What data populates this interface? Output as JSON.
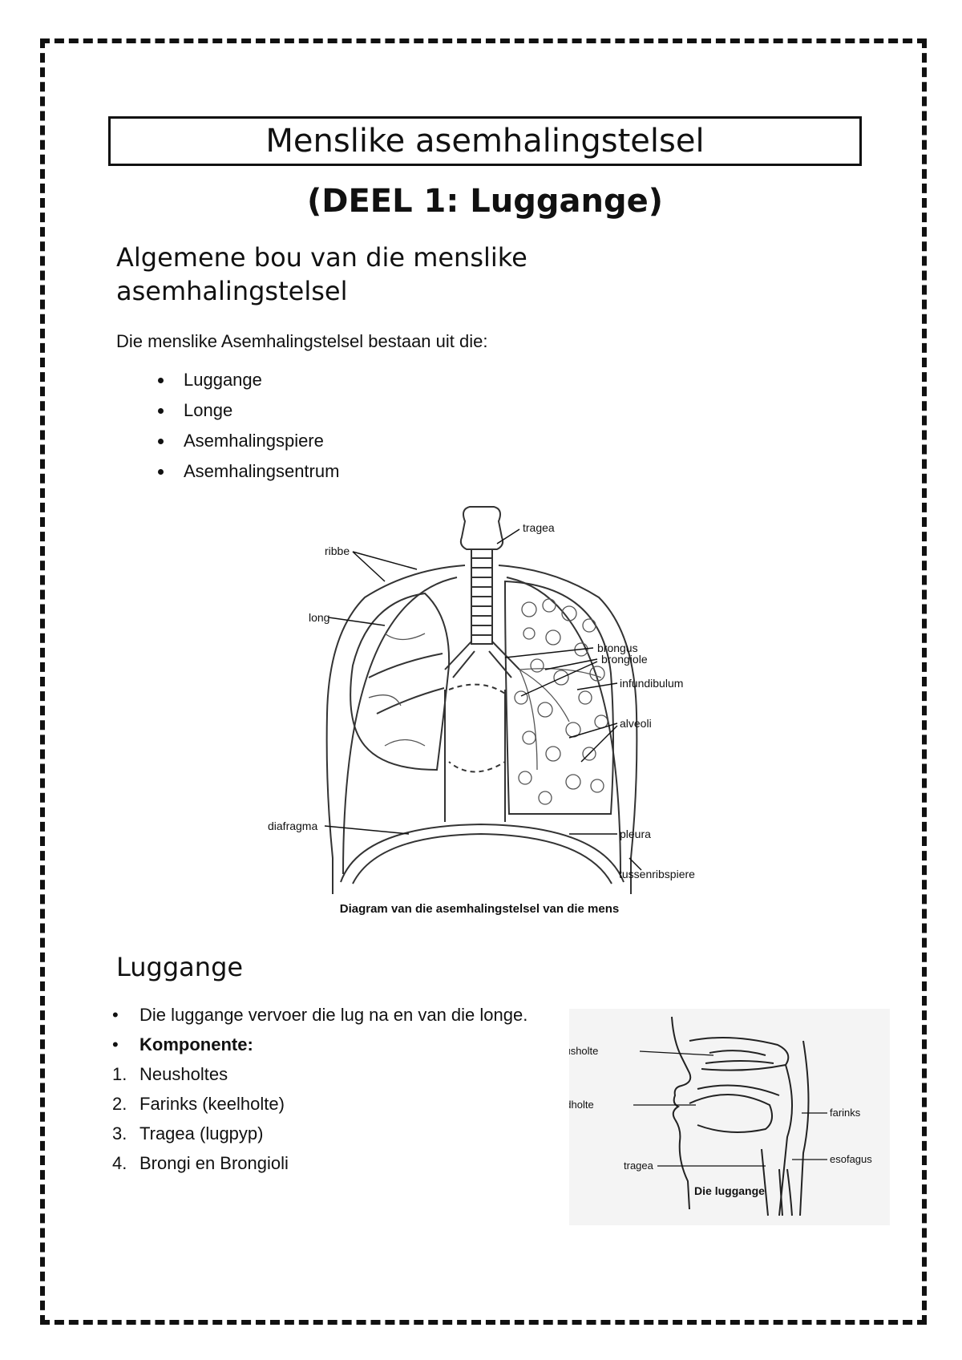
{
  "document": {
    "title": "Menslike asemhalingstelsel",
    "subtitle": "(DEEL 1: Luggange)",
    "section1_heading": "Algemene bou van die menslike asemhalingstelsel",
    "intro": "Die menslike Asemhalingstelsel bestaan uit die:",
    "parts": [
      "Luggange",
      "Longe",
      "Asemhalingspiere",
      "Asemhalingsentrum"
    ],
    "section2_heading": "Luggange",
    "airways_point1": "Die luggange vervoer die lug na en van die longe.",
    "components_label": "Komponente:",
    "components": [
      {
        "num": "1.",
        "text": "Neusholtes"
      },
      {
        "num": "2.",
        "text": "Farinks (keelholte)"
      },
      {
        "num": "3.",
        "text": "Tragea (lugpyp)"
      },
      {
        "num": "4.",
        "text": "Brongi en Brongioli"
      }
    ]
  },
  "diagram1": {
    "caption": "Diagram van die asemhalingstelsel van die mens",
    "labels": {
      "tragea": "tragea",
      "ribbe": "ribbe",
      "long": "long",
      "brongus": "brongus",
      "brongiole": "brongiole",
      "infundibulum": "infundibulum",
      "alveoli": "alveoli",
      "diafragma": "diafragma",
      "pleura": "pleura",
      "tussenribspiere": "tussenribspiere"
    }
  },
  "diagram2": {
    "caption": "Die luggange",
    "labels": {
      "neusholte": "neusholte",
      "mondholte": "mondholte",
      "farinks": "farinks",
      "tragea": "tragea",
      "esofagus": "esofagus"
    }
  }
}
